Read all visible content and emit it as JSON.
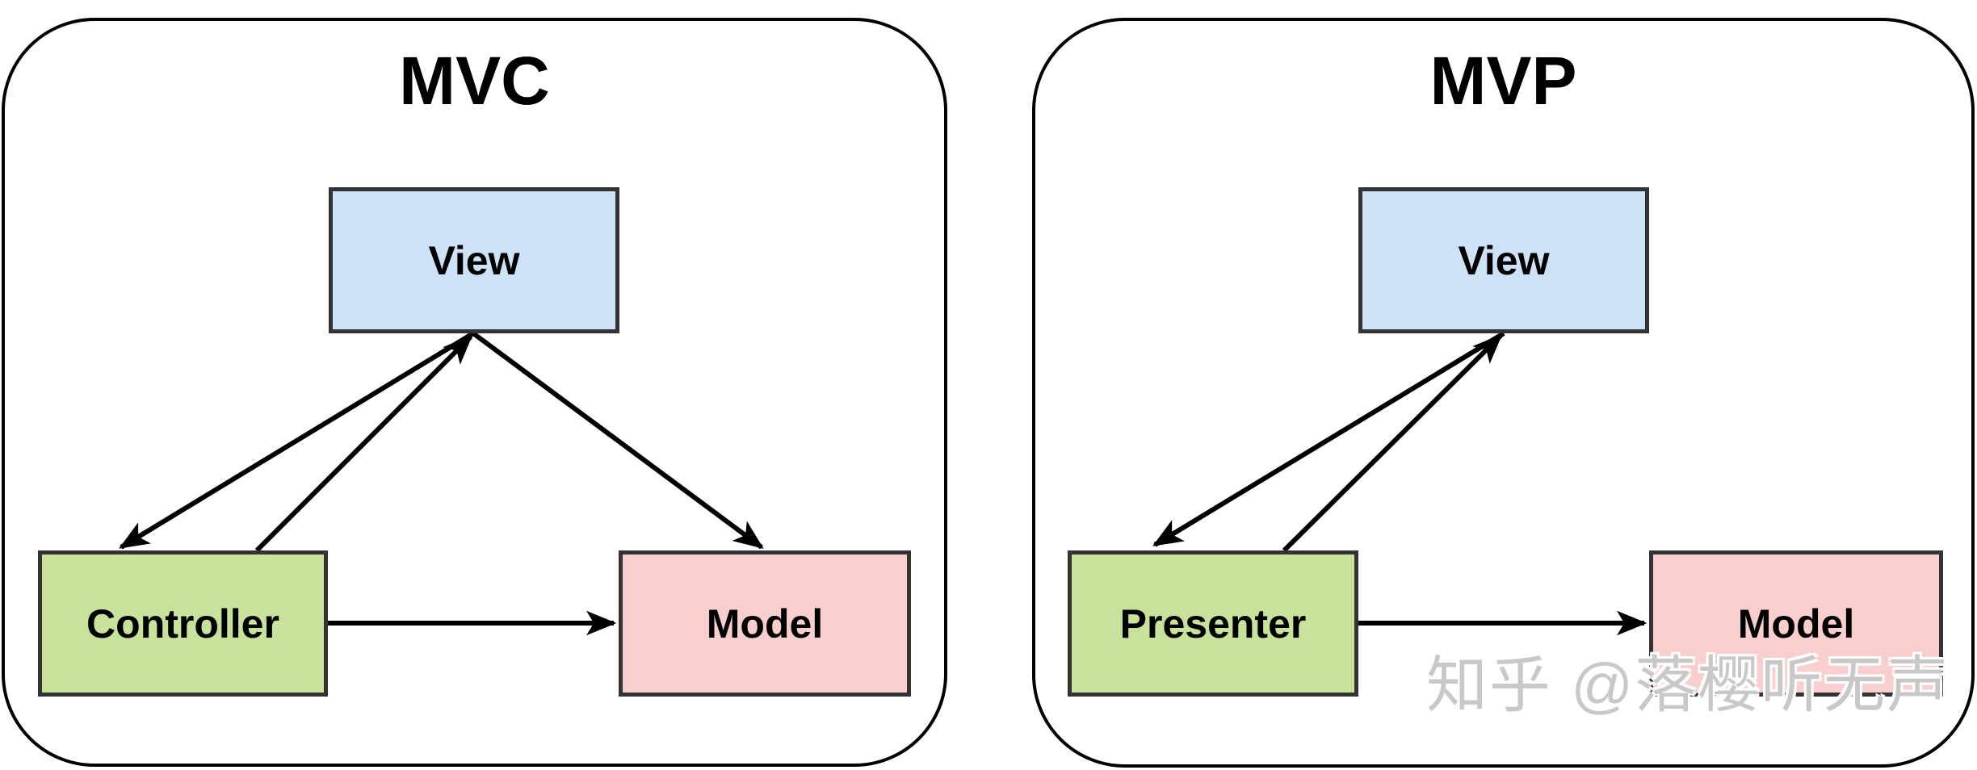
{
  "page": {
    "background": "#ffffff"
  },
  "panels": [
    {
      "title": "MVC",
      "boxes": [
        {
          "label": "View",
          "fill": "#cde2f6"
        },
        {
          "label": "Controller",
          "fill": "#c8e29b"
        },
        {
          "label": "Model",
          "fill": "#f9cfcd"
        }
      ],
      "arrows": [
        "View to Controller",
        "Controller to View",
        "View to Model",
        "Controller to Model"
      ]
    },
    {
      "title": "MVP",
      "boxes": [
        {
          "label": "View",
          "fill": "#cde2f6"
        },
        {
          "label": "Presenter",
          "fill": "#c8e29b"
        },
        {
          "label": "Model",
          "fill": "#f9cfcd"
        }
      ],
      "arrows": [
        "View to Presenter",
        "Presenter to View",
        "Presenter to Model"
      ]
    }
  ],
  "watermark": {
    "text": "知乎 @落樱听无声",
    "color": "#c8c8c8"
  },
  "colors": {
    "box_border": "#333333",
    "panel_border": "#000000",
    "arrow": "#000000"
  }
}
